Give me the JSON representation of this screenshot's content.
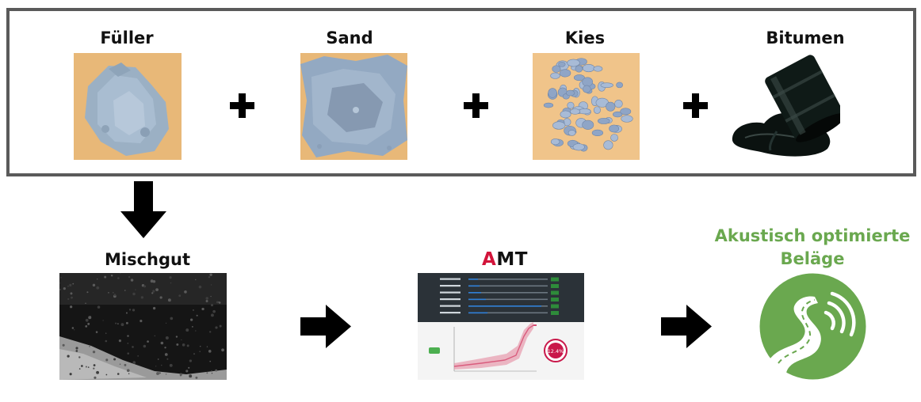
{
  "ingredients": [
    {
      "label": "Füller",
      "icon": "filler-powder-photo"
    },
    {
      "label": "Sand",
      "icon": "sand-photo"
    },
    {
      "label": "Kies",
      "icon": "gravel-photo"
    },
    {
      "label": "Bitumen",
      "icon": "bitumen-barrel-photo"
    }
  ],
  "mix": {
    "label": "Mischgut"
  },
  "amt": {
    "logo_a": "A",
    "logo_rest": "MT",
    "result_value": "12.4%"
  },
  "result": {
    "line1": "Akustisch optimierte",
    "line2": "Beläge"
  },
  "colors": {
    "frame": "#5a5a5a",
    "accent_green": "#6aa84f",
    "amt_red": "#d2143a",
    "aggregate_blue": "#9fb4cc",
    "sample_tan": "#e8b878"
  }
}
